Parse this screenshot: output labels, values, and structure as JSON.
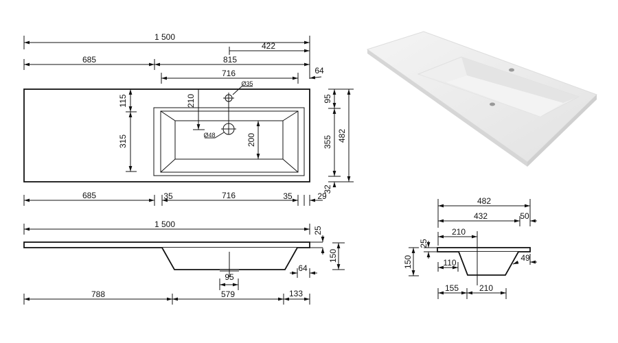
{
  "top_view": {
    "overall_width": "1 500",
    "tap_offset_right": "422",
    "left_deck": "685",
    "right_section": "815",
    "basin_inner_width": "716",
    "right_margin": "64",
    "tap_hole_dia": "Ø35",
    "drain_dia": "Ø48",
    "depth_to_basin": "115",
    "basin_outer_depth": "315",
    "tap_to_drain": "210",
    "basin_floor_depth": "200",
    "front_to_basin": "95",
    "basin_depth": "355",
    "overall_depth": "482",
    "back_margin": "32",
    "bottom_dims": [
      "685",
      "35",
      "716",
      "35",
      "29"
    ]
  },
  "side_view": {
    "overall_width": "1 500",
    "slab_thickness": "25",
    "total_height": "150",
    "taper": "64",
    "drain_width": "95",
    "bottom_dims": [
      "788",
      "579",
      "133"
    ]
  },
  "section_view": {
    "overall_depth": "482",
    "basin_depth": "432",
    "rear_margin": "50",
    "drain_offset": "210",
    "slab_thickness": "25",
    "total_height": "150",
    "front_slope": "110",
    "rear_slope": "49",
    "bottom_dims": [
      "155",
      "210"
    ]
  }
}
